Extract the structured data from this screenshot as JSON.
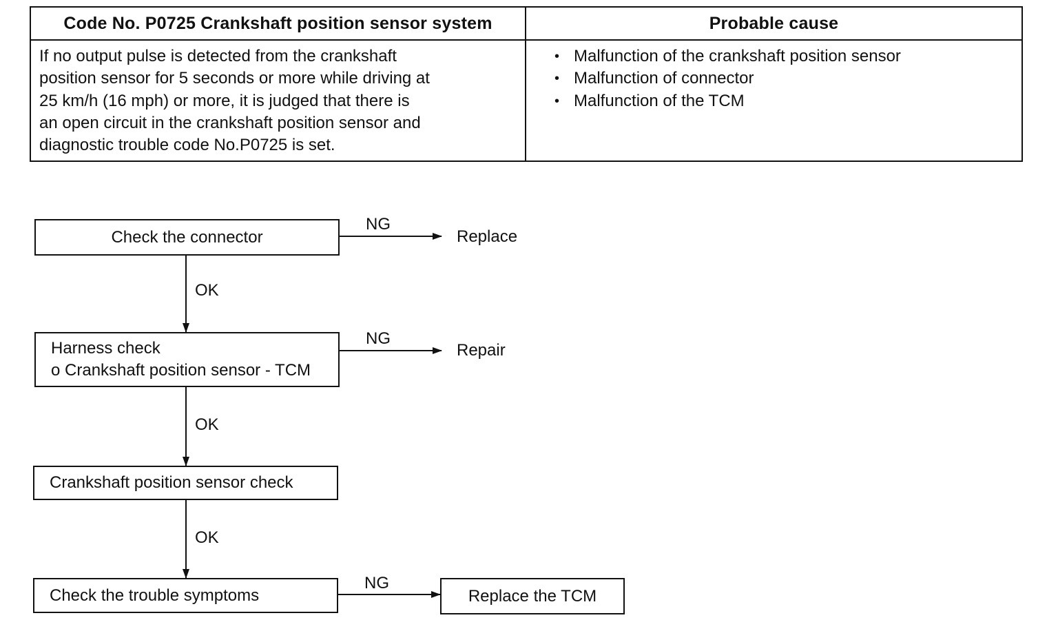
{
  "table": {
    "header_left": "Code No. P0725 Crankshaft position sensor system",
    "header_right": "Probable cause",
    "description": [
      "If no output pulse is detected from the crankshaft",
      "position sensor for 5 seconds or more while driving at",
      "25 km/h (16 mph) or more, it is judged that there is",
      "an open circuit in the crankshaft position sensor and",
      "diagnostic trouble code No.P0725 is set."
    ],
    "causes": [
      "Malfunction of the crankshaft position sensor",
      "Malfunction of connector",
      "Malfunction of the TCM"
    ],
    "bullet": "•"
  },
  "flowchart": {
    "step1": "Check the connector",
    "step1_ng_label": "NG",
    "step1_ng_action": "Replace",
    "step1_ok_label": "OK",
    "step2_line1": "Harness check",
    "step2_line2": "o Crankshaft position sensor - TCM",
    "step2_ng_label": "NG",
    "step2_ng_action": "Repair",
    "step2_ok_label": "OK",
    "step3": "Crankshaft position sensor check",
    "step3_ok_label": "OK",
    "step4": "Check the trouble symptoms",
    "step4_ng_label": "NG",
    "step4_ng_action": "Replace the TCM"
  }
}
